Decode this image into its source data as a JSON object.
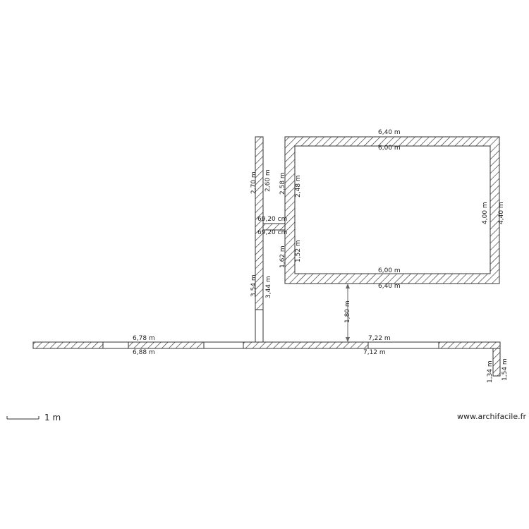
{
  "plan": {
    "rectangle_room": {
      "top_outer": "6,40 m",
      "top_inner": "6,00 m",
      "bottom_inner": "6,00 m",
      "bottom_outer": "6,40 m",
      "right_inner": "4,00 m",
      "right_outer": "4,40 m",
      "left_upper_outer": "2,58 m",
      "left_upper_inner": "2,48 m",
      "left_lower_outer": "1,62 m",
      "left_lower_inner": "1,52 m"
    },
    "vertical_wall": {
      "upper_left": "2,70 m",
      "upper_right": "2,60 m",
      "lower_left": "3,54 m",
      "lower_right": "3,44 m"
    },
    "connector": {
      "top": "69,20 cm",
      "bottom": "69,20 cm"
    },
    "gap_dimension": "1,80 m",
    "long_wall": {
      "left_top": "6,78 m",
      "left_bottom": "6,88 m",
      "right_top": "7,22 m",
      "right_bottom": "7,12 m"
    },
    "end_wall": {
      "inner": "1,34 m",
      "outer": "1,54 m"
    }
  },
  "scale": {
    "label": "1 m"
  },
  "credit": "www.archifacile.fr",
  "colors": {
    "wall_stroke": "#333333",
    "hatch": "#333333",
    "background": "#ffffff"
  }
}
